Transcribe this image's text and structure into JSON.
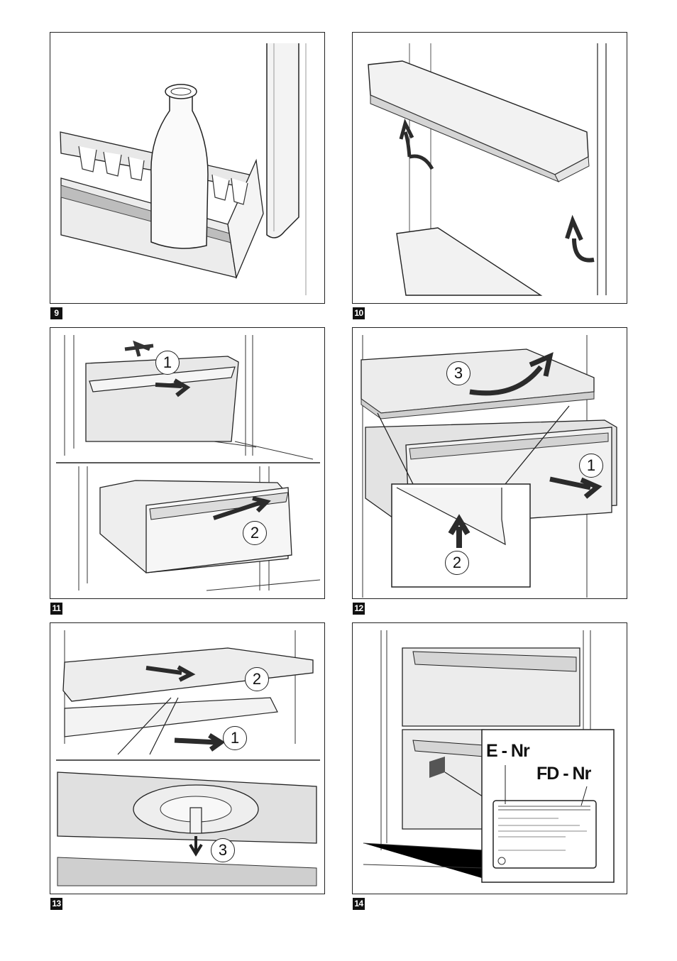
{
  "figures": [
    {
      "label": "9"
    },
    {
      "label": "10"
    },
    {
      "label": "11",
      "steps": [
        "1",
        "2"
      ]
    },
    {
      "label": "12",
      "steps": [
        "3",
        "1",
        "2"
      ]
    },
    {
      "label": "13",
      "steps": [
        "2",
        "1",
        "3"
      ]
    },
    {
      "label": "14",
      "labels": {
        "e_nr": "E - Nr",
        "fd_nr": "FD - Nr"
      }
    }
  ],
  "colors": {
    "outline": "#222222",
    "arrow": "#2b2b2b",
    "shade": "#d9d9d9",
    "label_bg": "#111111"
  }
}
